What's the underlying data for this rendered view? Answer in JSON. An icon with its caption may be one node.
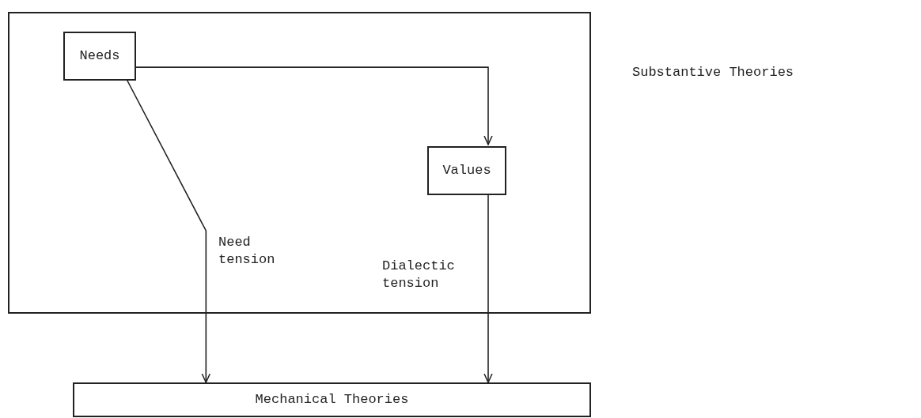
{
  "diagram": {
    "nodes": [
      {
        "text": [],
        "shape": "box",
        "beside": [
          "Substantive Theories"
        ]
      },
      {
        "text": [
          "Needs"
        ],
        "in": 0
      },
      {
        "text": [
          "Values"
        ],
        "in": 0
      },
      {
        "text": [
          "Mechanical Theories"
        ]
      }
    ],
    "edges": [
      {
        "from": 1,
        "to": 2,
        "arrow": "to"
      },
      {
        "from": 1,
        "to": 3,
        "arrow": "to",
        "label": "Need tension"
      },
      {
        "from": 2,
        "to": 3,
        "arrow": "to",
        "label": "Dialectic tension"
      }
    ]
  }
}
